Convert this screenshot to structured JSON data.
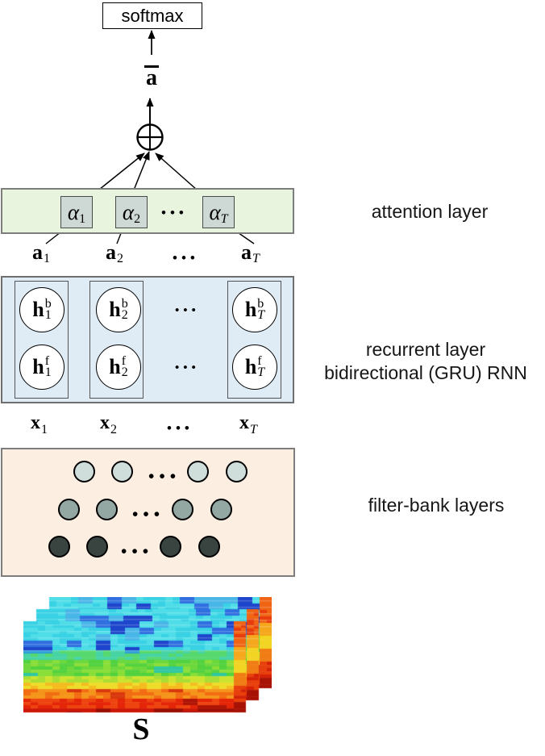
{
  "softmax": {
    "label": "softmax"
  },
  "pooled": {
    "base": "a"
  },
  "attention": {
    "layer_label": "attention layer",
    "units": [
      {
        "base": "α",
        "sub": "1"
      },
      {
        "base": "α",
        "sub": "2"
      },
      {
        "base": "α",
        "sub": "T"
      }
    ],
    "dots": "•••"
  },
  "a_inputs": {
    "items": [
      {
        "base": "a",
        "sub": "1"
      },
      {
        "base": "a",
        "sub": "2"
      },
      {
        "base": "a",
        "sub": "T"
      }
    ],
    "dots": "•••"
  },
  "recurrent": {
    "label_line1": "recurrent layer",
    "label_line2": "bidirectional (GRU) RNN",
    "backward": [
      {
        "base": "h",
        "sup": "b",
        "sub": "1"
      },
      {
        "base": "h",
        "sup": "b",
        "sub": "2"
      },
      {
        "base": "h",
        "sup": "b",
        "sub": "T"
      }
    ],
    "forward": [
      {
        "base": "h",
        "sup": "f",
        "sub": "1"
      },
      {
        "base": "h",
        "sup": "f",
        "sub": "2"
      },
      {
        "base": "h",
        "sup": "f",
        "sub": "T"
      }
    ],
    "dots_backward": "•••",
    "dots_forward": "•••"
  },
  "x_inputs": {
    "items": [
      {
        "base": "x",
        "sub": "1"
      },
      {
        "base": "x",
        "sub": "2"
      },
      {
        "base": "x",
        "sub": "T"
      }
    ],
    "dots": "•••"
  },
  "filterbank": {
    "label": "filter-bank layers",
    "dots_row1": "•••",
    "dots_row2": "•••",
    "dots_row3": "•••",
    "row_colors": {
      "row1": "#cfdeda",
      "row2": "#94a8a3",
      "row3": "#39433f"
    }
  },
  "spectrogram": {
    "label": "S",
    "stack_count": 3
  },
  "colors": {
    "attention_bg": "#e9f4df",
    "recurrent_bg": "#dfecf6",
    "filterbank_bg": "#fdeee2",
    "alpha_box_bg": "#ced8d4"
  }
}
